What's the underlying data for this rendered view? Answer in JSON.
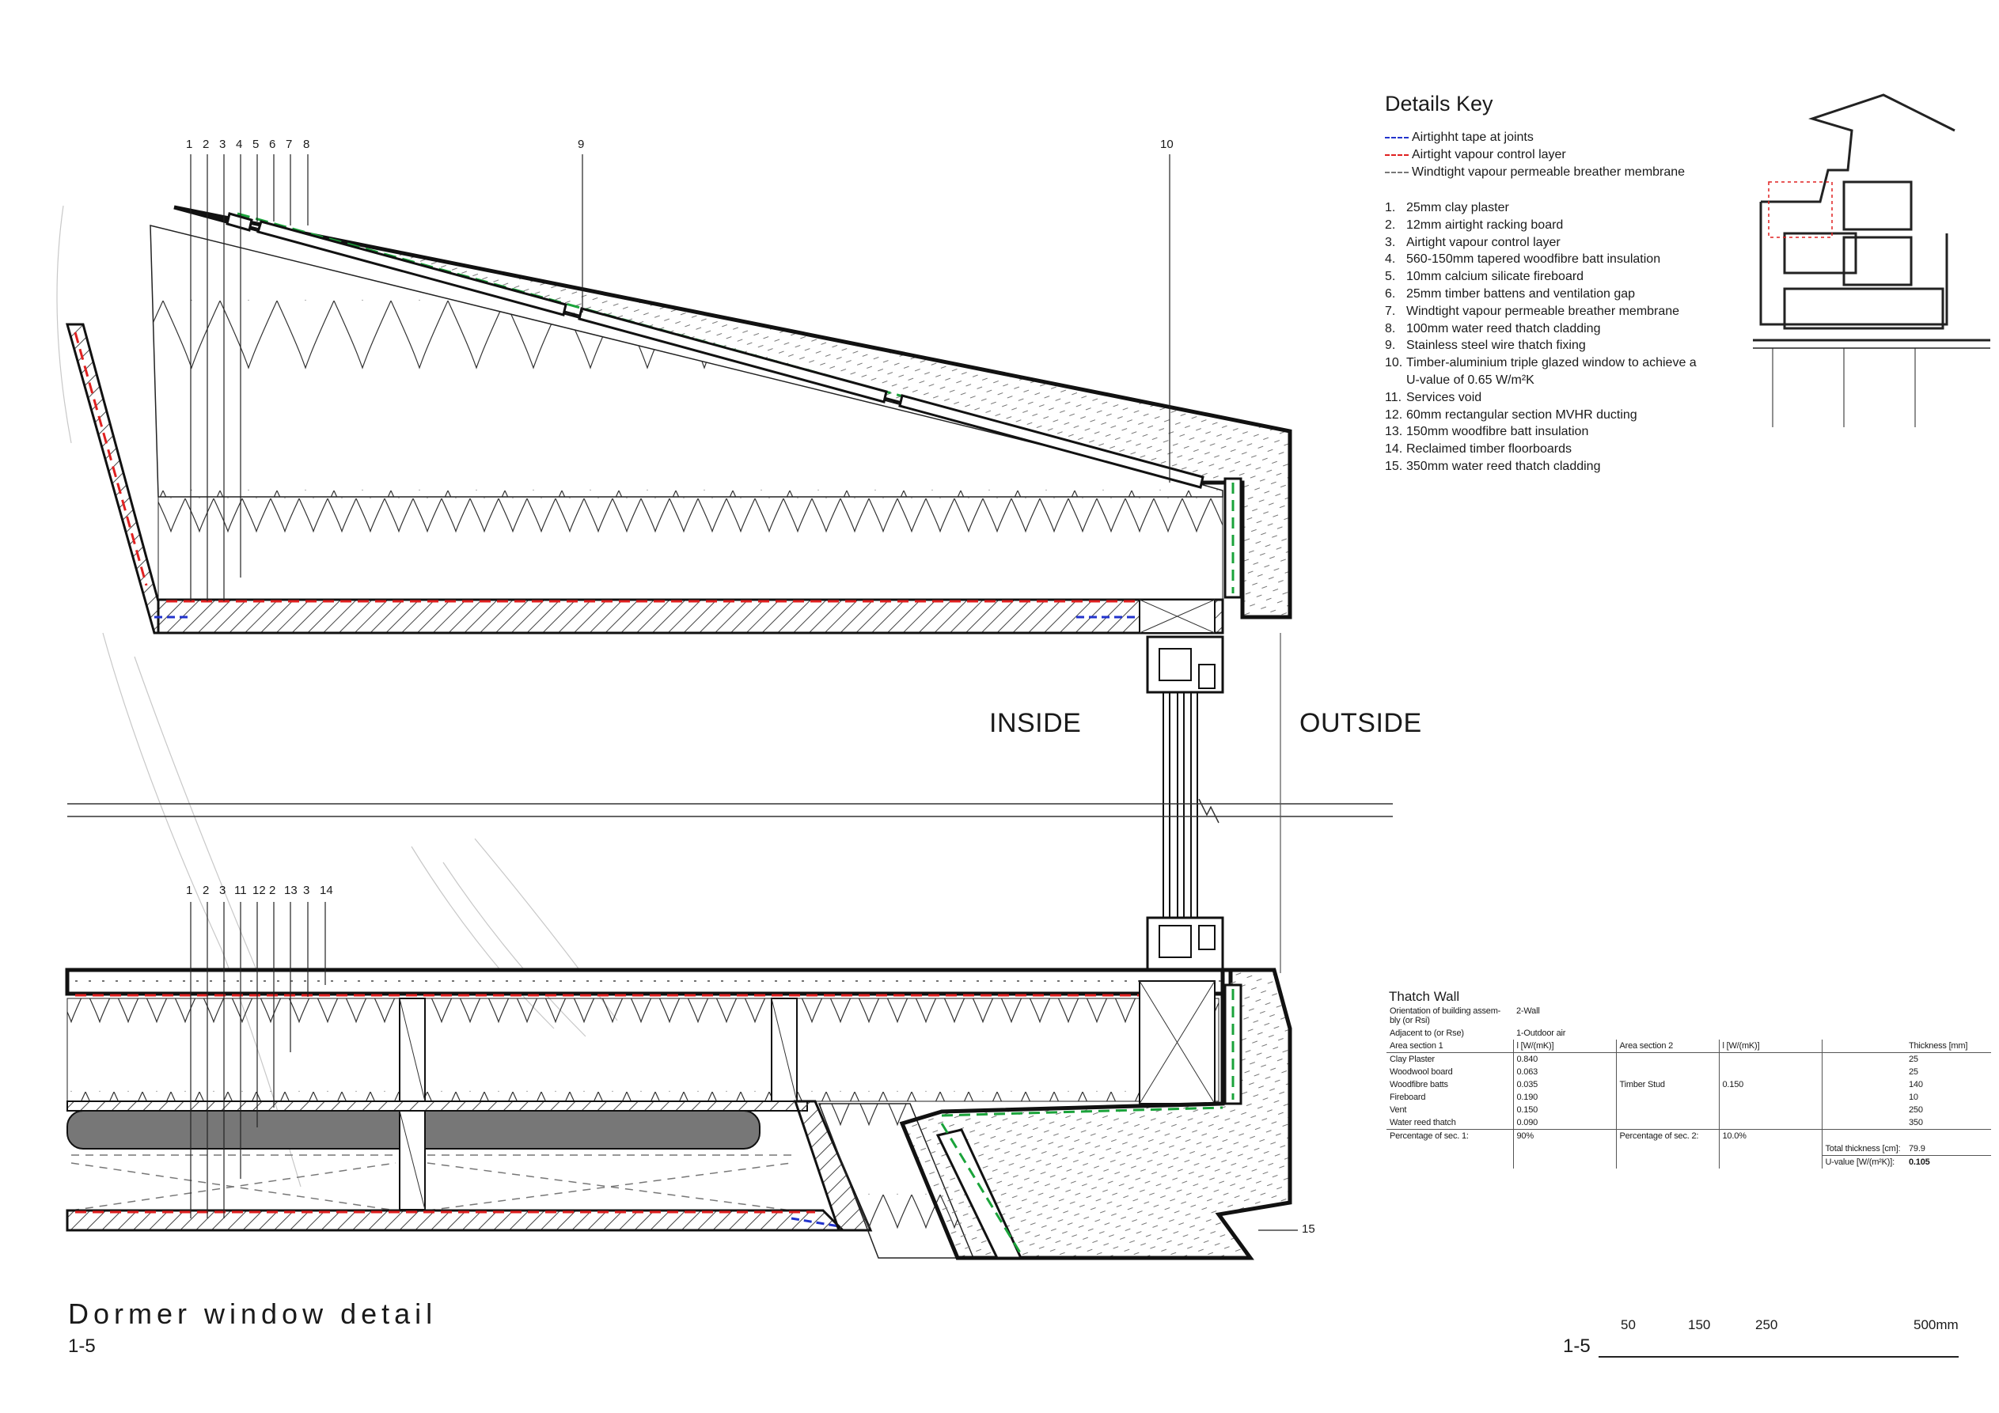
{
  "details_key": {
    "title": "Details Key",
    "legend": [
      {
        "label": "Airtighht tape at joints",
        "color": "#2233cc"
      },
      {
        "label": "Airtight vapour control layer",
        "color": "#e02020"
      },
      {
        "label": "Windtight vapour permeable breather membrane",
        "color": "#777777"
      }
    ],
    "items": [
      {
        "num": "1.",
        "text": "25mm clay plaster"
      },
      {
        "num": "2.",
        "text": "12mm airtight racking board"
      },
      {
        "num": "3.",
        "text": "Airtight vapour control layer"
      },
      {
        "num": "4.",
        "text": "560-150mm tapered woodfibre batt insulation"
      },
      {
        "num": "5.",
        "text": "10mm calcium silicate fireboard"
      },
      {
        "num": "6.",
        "text": "25mm timber battens and ventilation gap"
      },
      {
        "num": "7.",
        "text": "Windtight vapour permeable breather membrane"
      },
      {
        "num": "8.",
        "text": "100mm water reed thatch cladding"
      },
      {
        "num": "9.",
        "text": "Stainless steel wire thatch fixing"
      },
      {
        "num": "10.",
        "text": "Timber-aluminium triple glazed window to achieve a"
      },
      {
        "num": "",
        "text": "U-value of 0.65 W/m²K"
      },
      {
        "num": "11.",
        "text": "Services void"
      },
      {
        "num": "12.",
        "text": "60mm rectangular section MVHR ducting"
      },
      {
        "num": "13.",
        "text": "150mm woodfibre batt insulation"
      },
      {
        "num": "14.",
        "text": "Reclaimed timber floorboards"
      },
      {
        "num": "15.",
        "text": "350mm water reed thatch cladding"
      }
    ]
  },
  "labels": {
    "top_nums": [
      "1",
      "2",
      "3",
      "4",
      "5",
      "6",
      "7",
      "8"
    ],
    "top_num_9": "9",
    "top_num_10": "10",
    "bottom_nums": [
      "1",
      "2",
      "3",
      "11",
      "12",
      "2",
      "13",
      "3",
      "14"
    ],
    "num_15": "15",
    "inside": "INSIDE",
    "outside": "OUTSIDE"
  },
  "thatch_wall": {
    "title": "Thatch Wall",
    "orientation_label": "Orientation of building assem-bly (or Rsi)",
    "orientation_value": "2-Wall",
    "adjacent_label": "Adjacent to (or Rse)",
    "adjacent_value": "1-Outdoor air",
    "headers": [
      "Area section 1",
      "l [W/(mK)]",
      "Area section 2",
      "l [W/(mK)]",
      "",
      "Thickness [mm]"
    ],
    "rows": [
      [
        "Clay Plaster",
        "0.840",
        "",
        "",
        "",
        "25"
      ],
      [
        "Woodwool board",
        "0.063",
        "",
        "",
        "",
        "25"
      ],
      [
        "Woodfibre batts",
        "0.035",
        "Timber Stud",
        "0.150",
        "",
        "140"
      ],
      [
        "Fireboard",
        "0.190",
        "",
        "",
        "",
        "10"
      ],
      [
        "Vent",
        "0.150",
        "",
        "",
        "",
        "250"
      ],
      [
        "Water reed thatch",
        "0.090",
        "",
        "",
        "",
        "350"
      ]
    ],
    "pct1_label": "Percentage of sec. 1:",
    "pct1_value": "90%",
    "pct2_label": "Percentage of sec. 2:",
    "pct2_value": "10.0%",
    "total_label": "Total thickness [cm]:",
    "total_value": "79.9",
    "uvalue_label": "U-value [W/(m²K)]:",
    "uvalue_value": "0.105"
  },
  "title": "Dormer window detail",
  "scale_left": "1-5",
  "scale_right": "1-5",
  "scale_ticks": [
    "50",
    "150",
    "250",
    "500mm"
  ]
}
